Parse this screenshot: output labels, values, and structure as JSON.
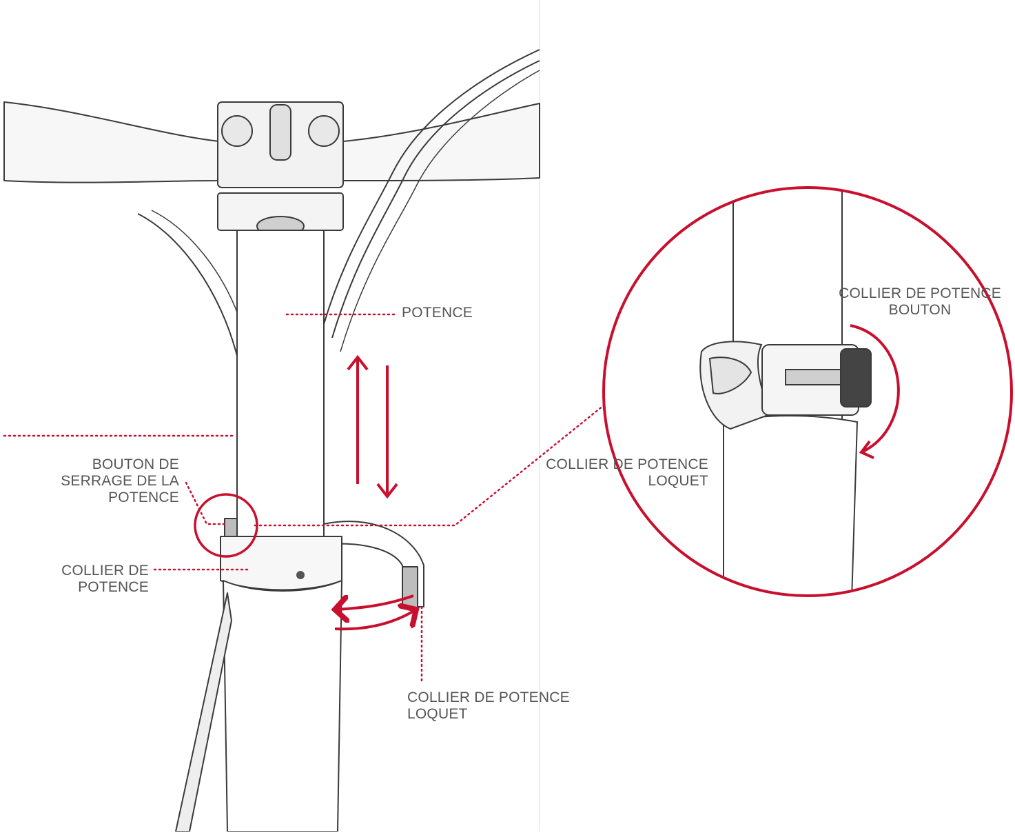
{
  "colors": {
    "accent": "#c8102e",
    "label_text": "#555555",
    "line_art": "#3a3a3a",
    "panel_divider": "#e6e6e6"
  },
  "labels": {
    "potence": "POTENCE",
    "bouton_serrage": [
      "BOUTON DE",
      "SERRAGE DE LA",
      "POTENCE"
    ],
    "collier_potence": [
      "COLLIER DE",
      "POTENCE"
    ],
    "collier_loquet_main": [
      "COLLIER DE POTENCE",
      "LOQUET"
    ],
    "collier_bouton_detail": [
      "COLLIER DE POTENCE",
      "BOUTON"
    ],
    "collier_loquet_detail": [
      "COLLIER DE POTENCE",
      "LOQUET"
    ]
  }
}
